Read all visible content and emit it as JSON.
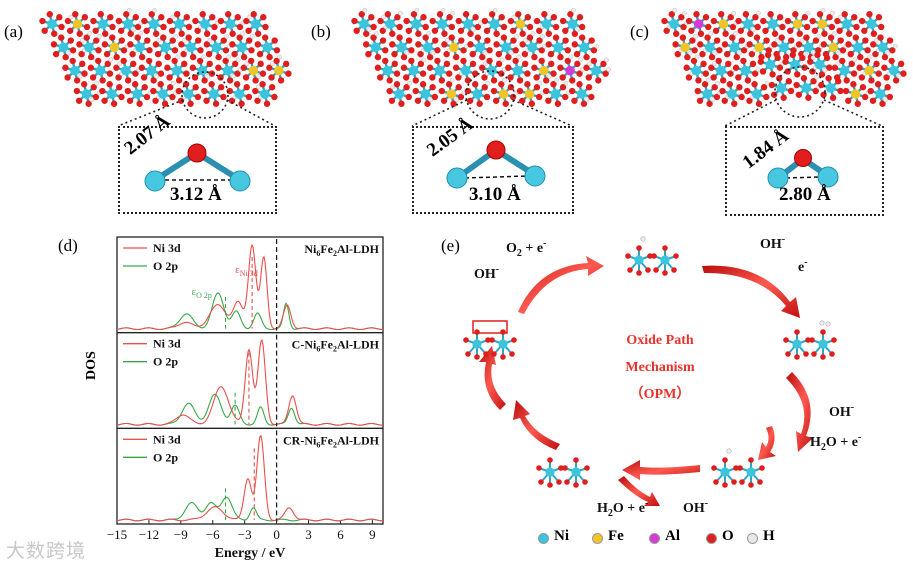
{
  "panels": {
    "a": {
      "label": "(a)",
      "bond": "2.07 Å",
      "distance": "3.12 Å"
    },
    "b": {
      "label": "(b)",
      "bond": "2.05 Å",
      "distance": "3.10 Å"
    },
    "c": {
      "label": "(c)",
      "bond": "1.84 Å",
      "distance": "2.80 Å"
    },
    "d": {
      "label": "(d)"
    },
    "e": {
      "label": "(e)"
    }
  },
  "dos": {
    "ylabel": "DOS",
    "xlabel": "Energy / eV",
    "xticks": [
      "−15",
      "−12",
      "−9",
      "−6",
      "−3",
      "0",
      "3",
      "6",
      "9"
    ],
    "series_names": [
      "Ni 3d",
      "O 2p"
    ],
    "series_colors": {
      "ni": "#e8504e",
      "o": "#3aa84a"
    },
    "subpanels": [
      {
        "name_main": "Ni",
        "sub1": "6",
        "name_mid": "Fe",
        "sub2": "2",
        "name_tail": "Al-LDH",
        "prefix": ""
      },
      {
        "name_main": "Ni",
        "sub1": "6",
        "name_mid": "Fe",
        "sub2": "2",
        "name_tail": "Al-LDH",
        "prefix": "C-"
      },
      {
        "name_main": "Ni",
        "sub1": "6",
        "name_mid": "Fe",
        "sub2": "2",
        "name_tail": "Al-LDH",
        "prefix": "CR-"
      }
    ],
    "eps_ni": {
      "sym": "ε",
      "sub": "Ni 3d"
    },
    "eps_o": {
      "sym": "ε",
      "sub": "O 2p"
    }
  },
  "opm": {
    "title_lines": [
      "Oxide Path",
      "Mechanism",
      "（OPM）"
    ],
    "title_color": "#e8322a",
    "steps": {
      "top_left_1": "O",
      "top_left_1_sub": "2",
      "top_left_1_tail": " + e",
      "top_left_1_sup": "-",
      "top_left_2": "OH",
      "top_left_2_sup": "-",
      "top_right_1": "OH",
      "top_right_1_sup": "-",
      "top_right_2": "e",
      "top_right_2_sup": "-",
      "right_1": "OH",
      "right_1_sup": "-",
      "right_2": "H",
      "right_2_sub": "2",
      "right_2_tail": "O + e",
      "right_2_sup": "-",
      "bottom_1": "H",
      "bottom_1_sub": "2",
      "bottom_1_tail": "O + e",
      "bottom_1_sup": "-",
      "bottom_2": "OH",
      "bottom_2_sup": "-"
    }
  },
  "legend": [
    {
      "name": "Ni",
      "color": "#3cc4dc"
    },
    {
      "name": "Fe",
      "color": "#f2c428"
    },
    {
      "name": "Al",
      "color": "#d83ad8"
    },
    {
      "name": "O",
      "color": "#e01e1e"
    },
    {
      "name": "H",
      "color": "#e8e8e8"
    }
  ],
  "watermark": "大数跨境"
}
